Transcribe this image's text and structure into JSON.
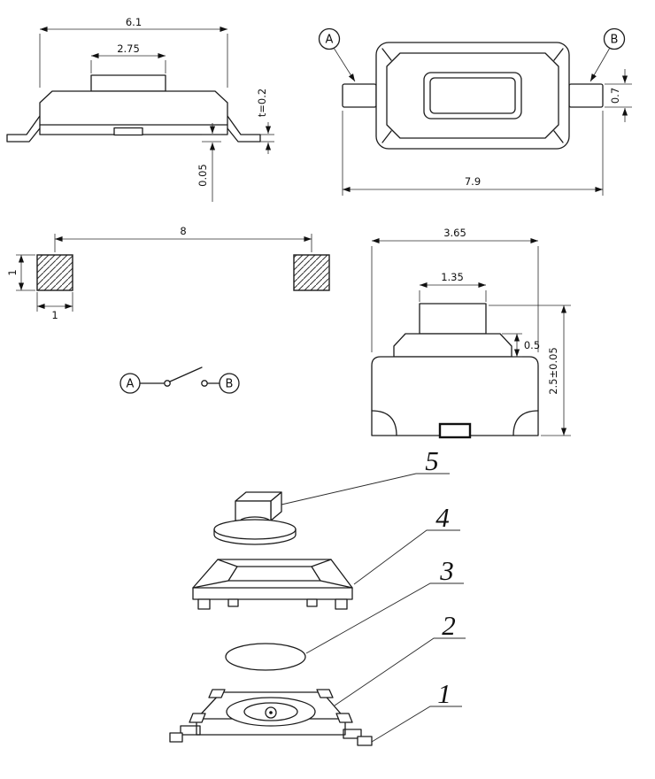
{
  "drawing": {
    "side_view": {
      "dim_total_width": "6.1",
      "dim_button_width": "2.75",
      "dim_lead_thickness": "t=0.2",
      "dim_standoff": "0.05"
    },
    "top_view": {
      "terminal_a_label": "A",
      "terminal_b_label": "B",
      "dim_overall_length": "7.9",
      "dim_terminal_width": "0.7"
    },
    "land_pattern": {
      "dim_pad_pitch": "8",
      "dim_pad_height": "1",
      "dim_pad_width": "1"
    },
    "circuit": {
      "terminal_a_label": "A",
      "terminal_b_label": "B"
    },
    "front_view": {
      "dim_body_width": "3.65",
      "dim_button_width": "1.35",
      "dim_button_height": "0.5",
      "dim_total_height": "2.5±0.05"
    },
    "exploded_view": {
      "part_numbers": [
        "5",
        "4",
        "3",
        "2",
        "1"
      ]
    }
  }
}
